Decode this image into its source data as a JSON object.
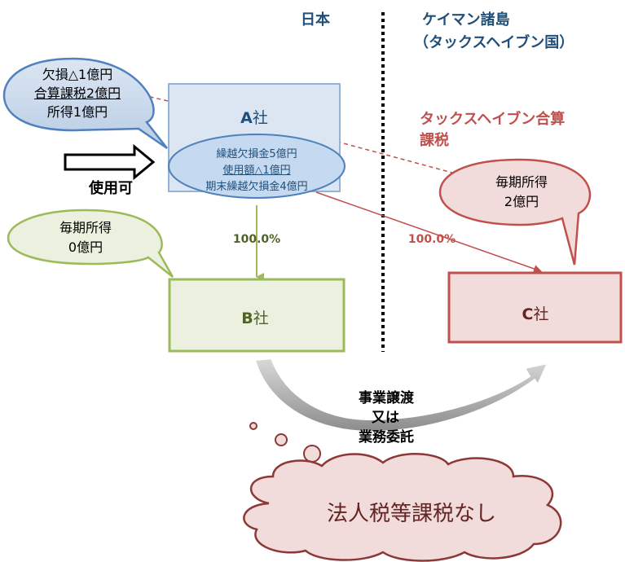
{
  "regions": {
    "japan": "日本",
    "cayman_line1": "ケイマン諸島",
    "cayman_line2": "（タックスヘイブン国）"
  },
  "company_a": {
    "name_letter": "A",
    "name_suffix": "社",
    "loss_line1": "繰越欠損金5億円",
    "loss_line2": "使用額△1億円",
    "loss_line3": "期末繰越欠損金4億円"
  },
  "company_b": {
    "name_letter": "B",
    "name_suffix": "社"
  },
  "company_c": {
    "name_letter": "C",
    "name_suffix": "社"
  },
  "bubble_a": {
    "line1": "欠損△1億円",
    "line2": "合算課税2億円",
    "line3": "所得1億円"
  },
  "bubble_b": {
    "line1": "毎期所得",
    "line2": "0億円"
  },
  "bubble_c": {
    "line1": "毎期所得",
    "line2": "2億円"
  },
  "usable_label": "使用可",
  "cfc_label_line1": "タックスヘイブン合算",
  "cfc_label_line2": "課税",
  "ownership_b": "100.0%",
  "ownership_c": "100.0%",
  "transfer_line1": "事業譲渡",
  "transfer_line2": "又は",
  "transfer_line3": "業務委託",
  "cloud_text": "法人税等課税なし",
  "colors": {
    "blue_text": "#1F4E79",
    "red_text": "#C0504D",
    "green_text": "#4F6228",
    "green_border": "#9BBB59",
    "red_border": "#C0504D",
    "blue_border": "#95B3D7"
  }
}
